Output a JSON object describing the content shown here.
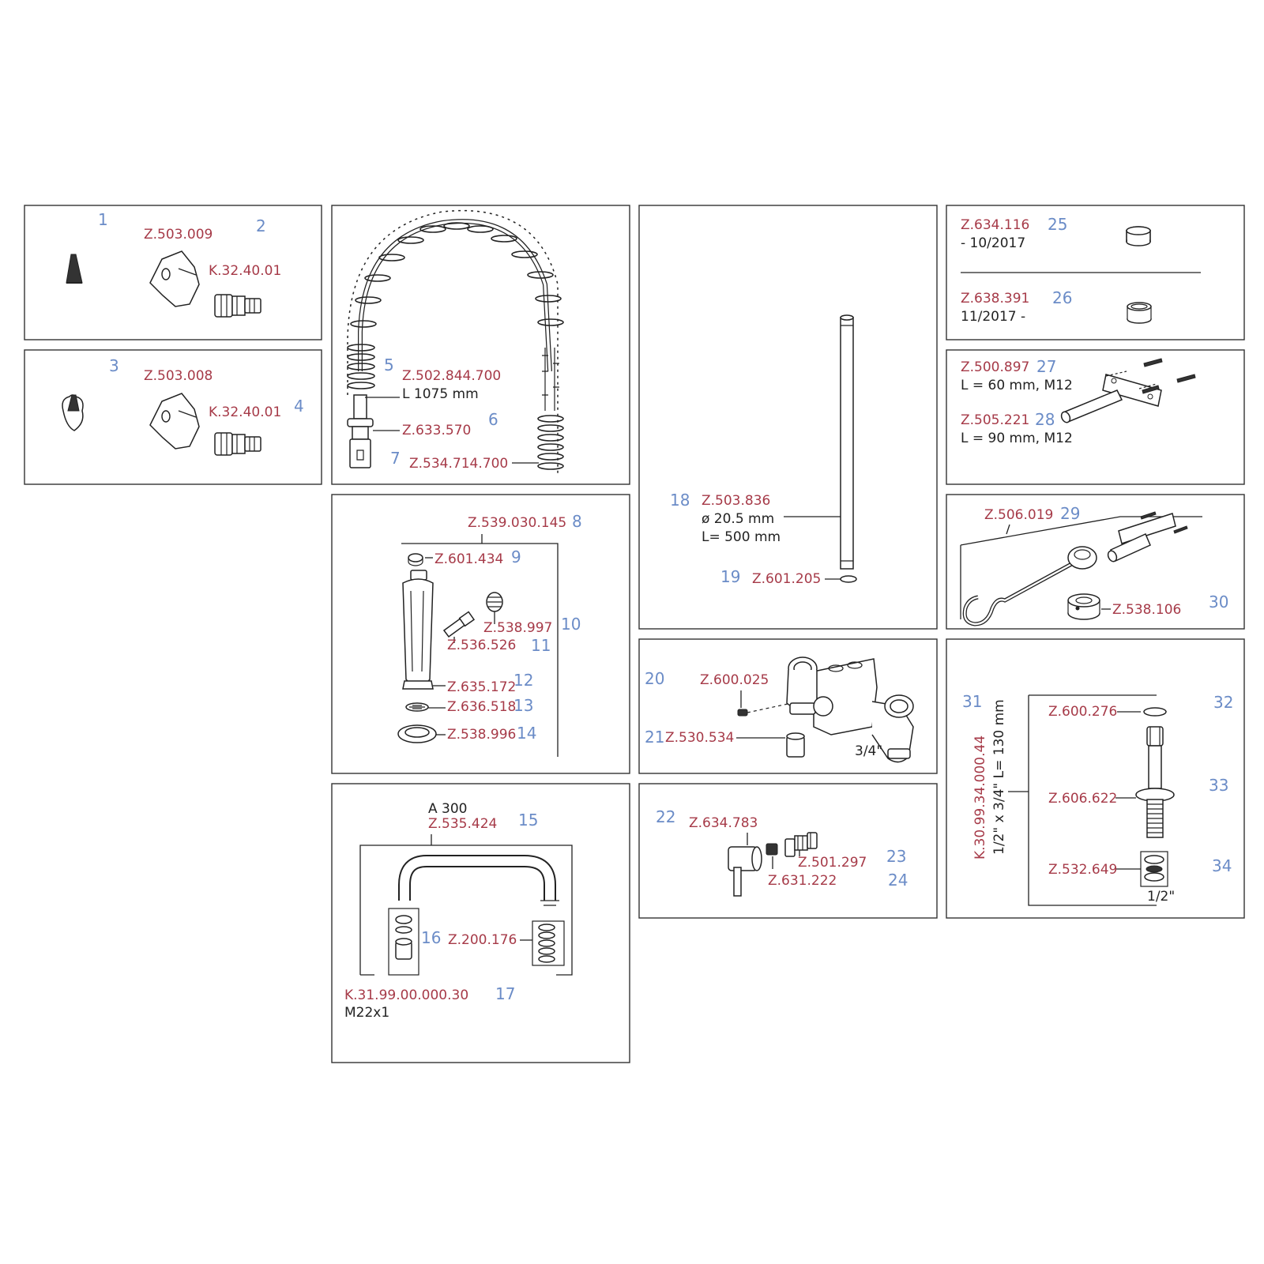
{
  "panels": {
    "p1": {
      "num1": "1",
      "code1": "Z.503.009",
      "num2": "2",
      "code2": "K.32.40.01"
    },
    "p2": {
      "num1": "3",
      "code1": "Z.503.008",
      "num2": "4",
      "code2": "K.32.40.01"
    },
    "p3": {
      "num5": "5",
      "code5": "Z.502.844.700",
      "spec5": "L 1075 mm",
      "code6": "Z.633.570",
      "num6": "6",
      "num7": "7",
      "code7": "Z.534.714.700"
    },
    "p4": {
      "code8": "Z.539.030.145",
      "num8": "8",
      "code9": "Z.601.434",
      "num9": "9",
      "code10": "Z.538.997",
      "num10": "10",
      "code11": "Z.536.526",
      "num11": "11",
      "code12": "Z.635.172",
      "num12": "12",
      "code13": "Z.636.518",
      "num13": "13",
      "code14": "Z.538.996",
      "num14": "14"
    },
    "p5": {
      "spec15": "A 300",
      "code15": "Z.535.424",
      "num15": "15",
      "num16": "16",
      "code16": "Z.200.176",
      "code17": "K.31.99.00.000.30",
      "spec17": "M22x1",
      "num17": "17"
    },
    "p6": {
      "num18": "18",
      "code18": "Z.503.836",
      "spec18a": "ø 20.5 mm",
      "spec18b": "L= 500 mm",
      "num19": "19",
      "code19": "Z.601.205"
    },
    "p7": {
      "num20": "20",
      "code20": "Z.600.025",
      "num21": "21",
      "code21": "Z.530.534",
      "spec21": "3/4\""
    },
    "p8": {
      "num22": "22",
      "code22": "Z.634.783",
      "code23": "Z.501.297",
      "num23": "23",
      "code24": "Z.631.222",
      "num24": "24"
    },
    "p9": {
      "code25": "Z.634.116",
      "num25": "25",
      "spec25": "- 10/2017",
      "code26": "Z.638.391",
      "num26": "26",
      "spec26": "11/2017 -"
    },
    "p10": {
      "code27": "Z.500.897",
      "num27": "27",
      "spec27": "L = 60 mm, M12",
      "code28": "Z.505.221",
      "num28": "28",
      "spec28": "L = 90 mm, M12"
    },
    "p11": {
      "code29": "Z.506.019",
      "num29": "29",
      "code30": "Z.538.106",
      "num30": "30"
    },
    "p12": {
      "num31": "31",
      "code31": "K.30.99.34.000.44",
      "spec31": "1/2\" x 3/4\" L= 130 mm",
      "code32": "Z.600.276",
      "num32": "32",
      "code33": "Z.606.622",
      "num33": "33",
      "code34": "Z.532.649",
      "num34": "34",
      "spec34": "1/2\""
    }
  }
}
